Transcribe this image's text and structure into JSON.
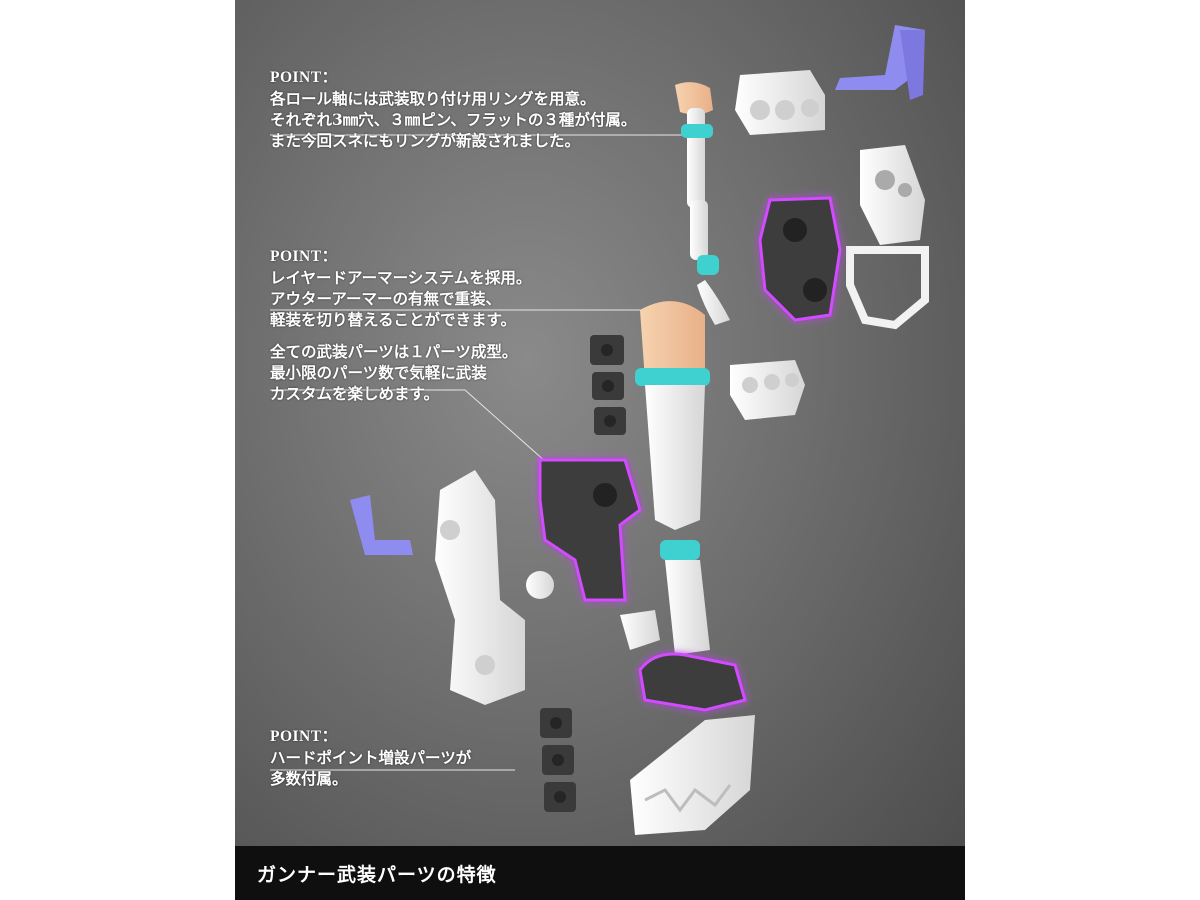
{
  "points": [
    {
      "title": "POINT：",
      "text": "各ロール軸には武装取り付け用リングを用意。\nそれぞれ3㎜穴、３㎜ピン、フラットの３種が付属。\nまた今回スネにもリングが新設されました。"
    },
    {
      "title": "POINT：",
      "text": "レイヤードアーマーシステムを採用。\nアウターアーマーの有無で重装、\n軽装を切り替えることができます。"
    },
    {
      "text": "全ての武装パーツは１パーツ成型。\n最小限のパーツ数で気軽に武装\nカスタムを楽しめます。"
    },
    {
      "title": "POINT：",
      "text": "ハードポイント増設パーツが\n多数付属。"
    }
  ],
  "footer": {
    "title": "ガンナー武装パーツの特徴"
  },
  "colors": {
    "accent_ring": "#3fd0d0",
    "handle": "#8f8cf0",
    "glow": "#d24bff",
    "skin": "#f3c9a2",
    "dark_part": "#3c3c3c",
    "white_part": "#f2f2f2"
  }
}
